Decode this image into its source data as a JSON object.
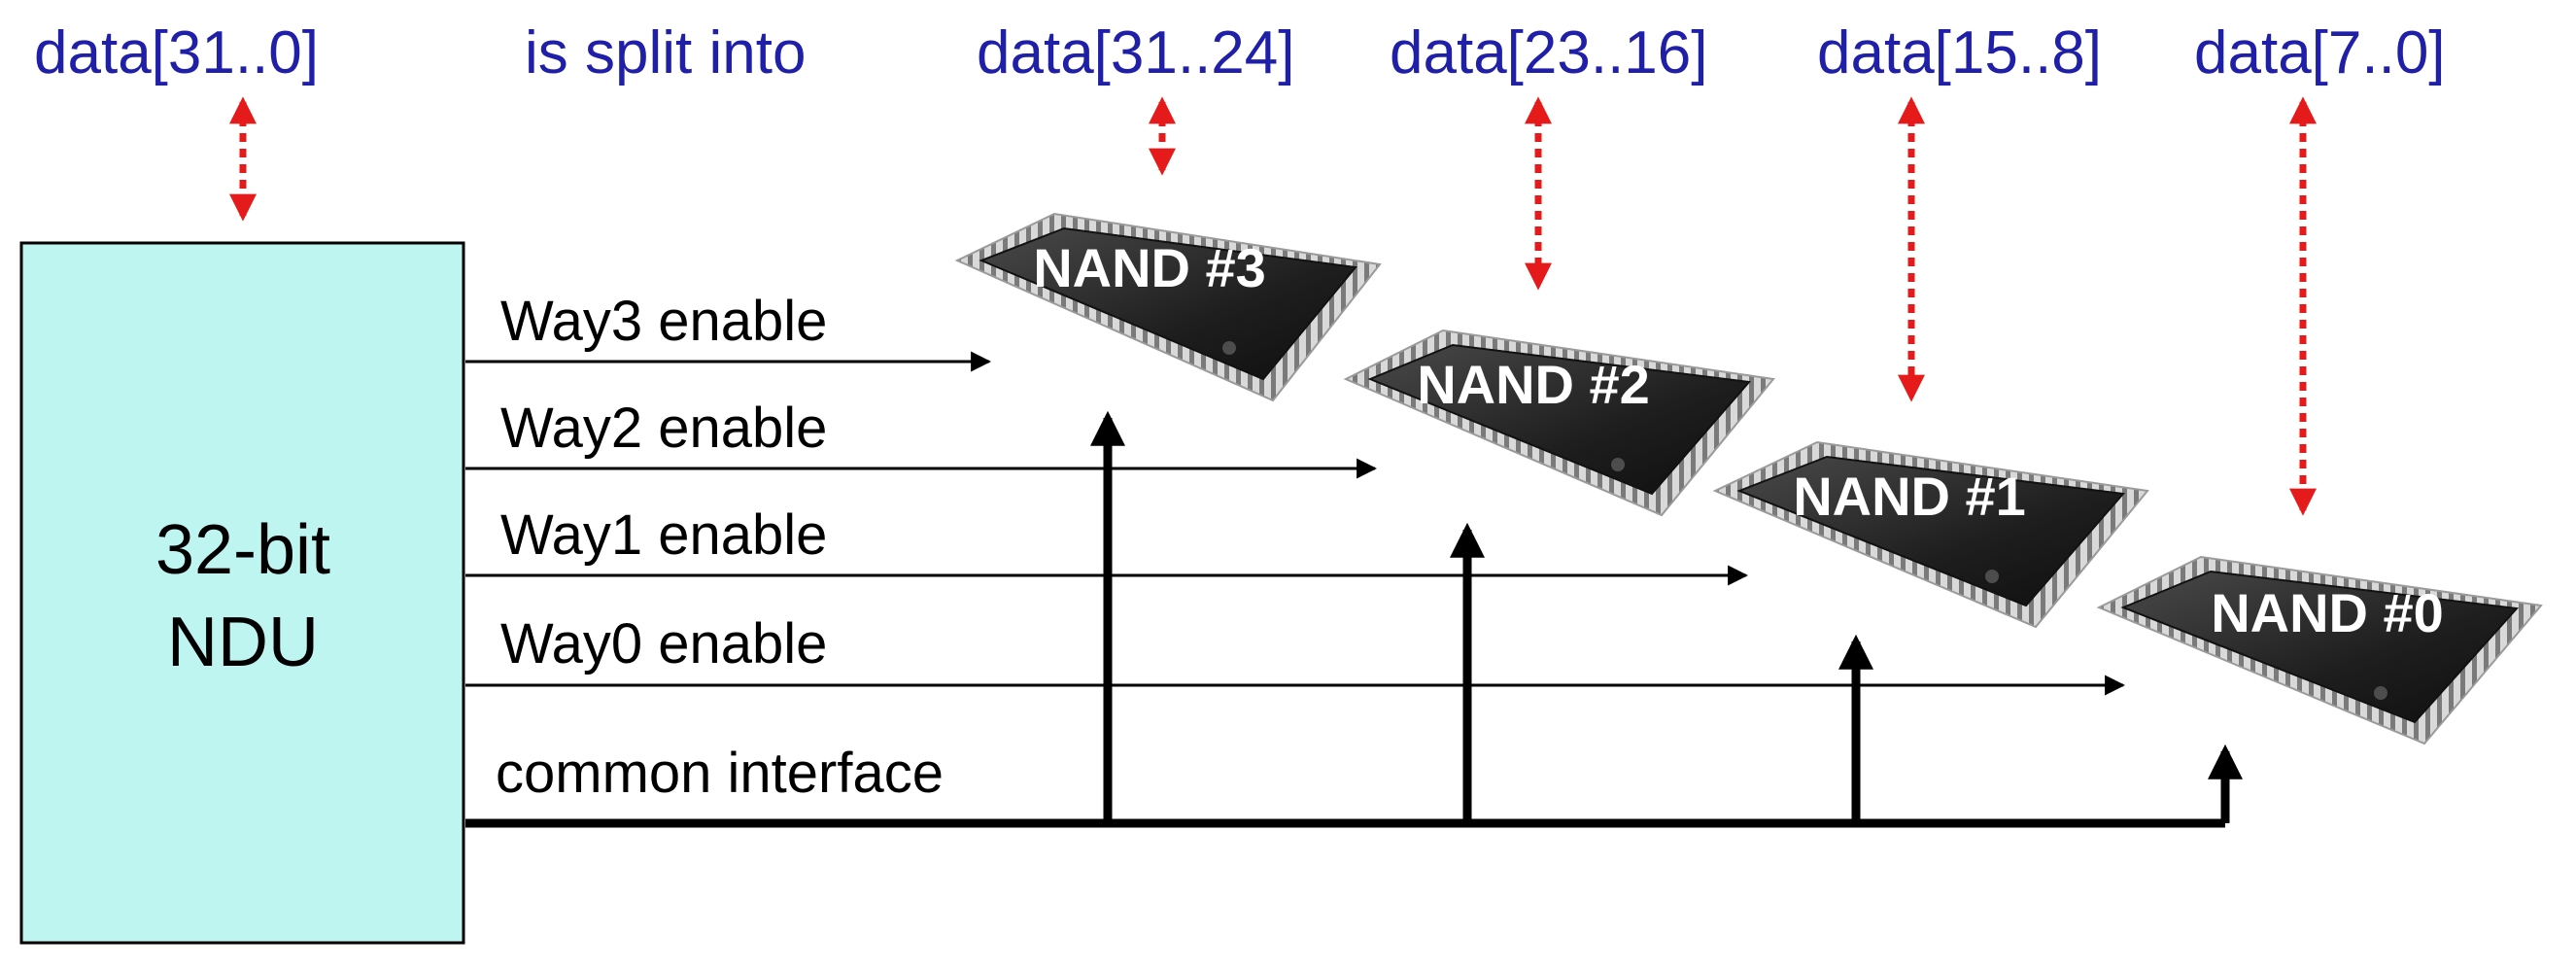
{
  "headers": {
    "bus": "data[31..0]",
    "split": "is split into",
    "chip3": "data[31..24]",
    "chip2": "data[23..16]",
    "chip1": "data[15..8]",
    "chip0": "data[7..0]"
  },
  "controller": {
    "line1": "32-bit",
    "line2": "NDU",
    "fill_color": "#bff5f0"
  },
  "signals": {
    "way3": "Way3 enable",
    "way2": "Way2 enable",
    "way1": "Way1 enable",
    "way0": "Way0 enable",
    "common": "common interface"
  },
  "chips": {
    "c3": "NAND #3",
    "c2": "NAND #2",
    "c1": "NAND #1",
    "c0": "NAND #0"
  },
  "colors": {
    "header_text": "#1f1fa8",
    "data_arrow": "#e51b1b",
    "chip_body": "#2a2a2a"
  }
}
